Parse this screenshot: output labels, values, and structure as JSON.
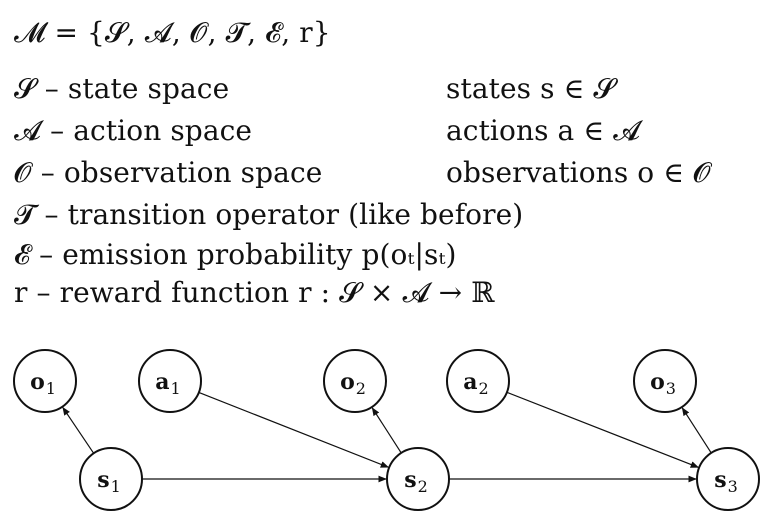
{
  "definition": "𝓜 = {𝓢, 𝓐, 𝓞, 𝓣, 𝓔, r}",
  "lines": [
    {
      "left": "𝓢 – state space",
      "right": "states s ∈ 𝓢"
    },
    {
      "left": "𝓐 – action space",
      "right": "actions a ∈ 𝓐"
    },
    {
      "left": "𝓞 – observation space",
      "right": "observations o ∈ 𝓞"
    },
    {
      "left": "𝓣 – transition operator (like before)",
      "right": ""
    },
    {
      "left": "𝓔 – emission probability p(oₜ|sₜ)",
      "right": ""
    },
    {
      "left": "r – reward function    r : 𝓢 × 𝓐 → ℝ",
      "right": ""
    }
  ],
  "diagram": {
    "nodes": [
      {
        "id": "o1",
        "base": "o",
        "sub": "1"
      },
      {
        "id": "a1",
        "base": "a",
        "sub": "1"
      },
      {
        "id": "o2",
        "base": "o",
        "sub": "2"
      },
      {
        "id": "a2",
        "base": "a",
        "sub": "2"
      },
      {
        "id": "o3",
        "base": "o",
        "sub": "3"
      },
      {
        "id": "s1",
        "base": "s",
        "sub": "1"
      },
      {
        "id": "s2",
        "base": "s",
        "sub": "2"
      },
      {
        "id": "s3",
        "base": "s",
        "sub": "3"
      }
    ],
    "edges": [
      {
        "from": "s1",
        "to": "o1"
      },
      {
        "from": "s1",
        "to": "s2"
      },
      {
        "from": "a1",
        "to": "s2"
      },
      {
        "from": "s2",
        "to": "o2"
      },
      {
        "from": "s2",
        "to": "s3"
      },
      {
        "from": "a2",
        "to": "s3"
      },
      {
        "from": "s3",
        "to": "o3"
      }
    ]
  }
}
